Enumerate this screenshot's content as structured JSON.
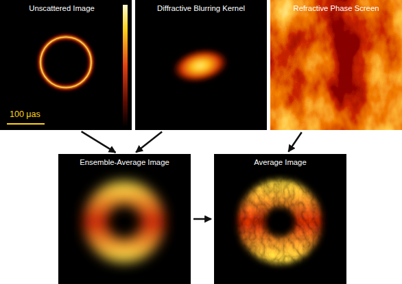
{
  "diagram": {
    "nodes": [
      {
        "text": [
          "Unscattered Image"
        ]
      },
      {
        "text": [
          "Diffractive Blurring Kernel"
        ]
      },
      {
        "text": [
          "Refractive Phase Screen"
        ]
      },
      {
        "text": [
          "Ensemble-Average Image"
        ]
      },
      {
        "text": [
          "Average Image"
        ]
      }
    ],
    "edges": [
      {
        "from": 0,
        "to": 3,
        "arrow": "to"
      },
      {
        "from": 1,
        "to": 3,
        "arrow": "to"
      },
      {
        "from": 2,
        "to": 4,
        "arrow": "to"
      },
      {
        "from": 3,
        "to": 4,
        "arrow": "to"
      }
    ],
    "labels": [
      "100 μas"
    ]
  }
}
